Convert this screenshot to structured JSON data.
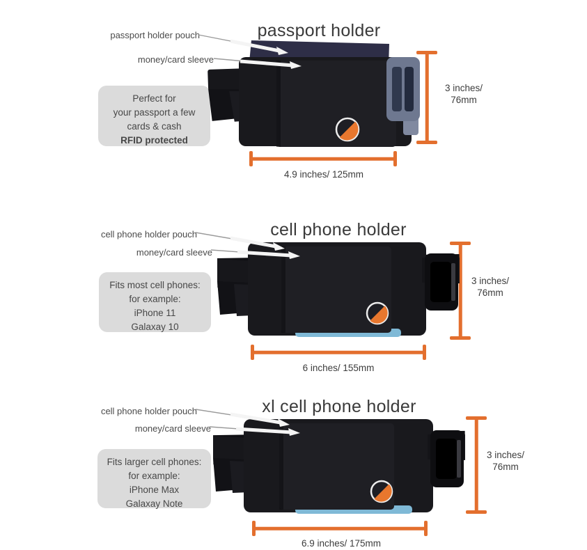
{
  "page": {
    "background": "#ffffff"
  },
  "colors": {
    "accent_orange": "#e36f2e",
    "text_dark": "#3c3c3c",
    "info_box_bg": "#dbdbdb",
    "pouch_black": "#19191d",
    "sleeve_black": "#1f1f24",
    "passport_navy": "#2e2e47",
    "buckle_slate": "#6e7890",
    "buckle_black": "#0e0e11",
    "lining_blue": "#7fb9d6",
    "logo_orange": "#e8772e",
    "arrow_white": "#f4f4f4",
    "leader_gray": "#9a9a9a"
  },
  "sections": [
    {
      "title": "passport holder",
      "callouts": {
        "pouch": "passport holder pouch",
        "sleeve": "money/card sleeve"
      },
      "info_box": {
        "lines": [
          "Perfect for",
          "your passport a few",
          "cards & cash",
          "RFID protected"
        ]
      },
      "height_dim": {
        "line1": "3 inches/",
        "line2": "76mm"
      },
      "width_dim": "4.9 inches/ 125mm"
    },
    {
      "title": "cell phone holder",
      "callouts": {
        "pouch": "cell phone holder pouch",
        "sleeve": "money/card sleeve"
      },
      "info_box": {
        "lines": [
          "Fits most cell phones:",
          "for example:",
          "iPhone 11",
          "Galaxay 10"
        ]
      },
      "height_dim": {
        "line1": "3 inches/",
        "line2": "76mm"
      },
      "width_dim": "6 inches/ 155mm"
    },
    {
      "title": "xl cell phone holder",
      "callouts": {
        "pouch": "cell phone holder pouch",
        "sleeve": "money/card sleeve"
      },
      "info_box": {
        "lines": [
          "Fits larger cell phones:",
          "for example:",
          "iPhone Max",
          "Galaxay Note"
        ]
      },
      "height_dim": {
        "line1": "3 inches/",
        "line2": "76mm"
      },
      "width_dim": "6.9 inches/ 175mm"
    }
  ]
}
